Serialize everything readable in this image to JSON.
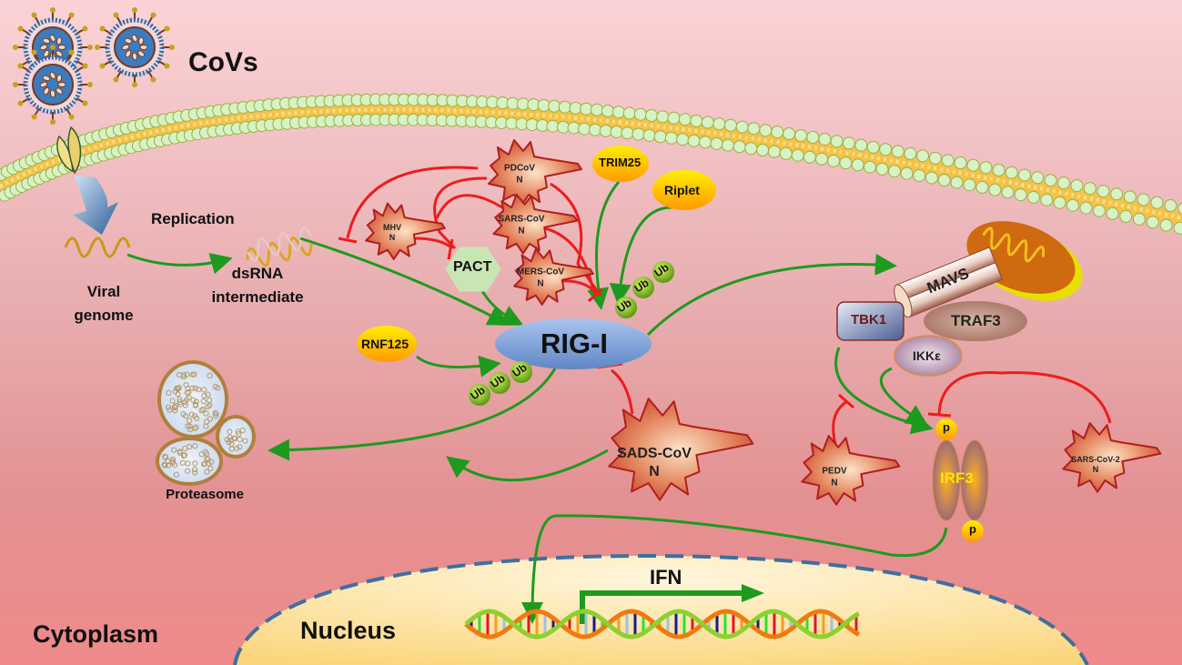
{
  "title_label": "CoVs",
  "compartments": {
    "cytoplasm": "Cytoplasm",
    "nucleus": "Nucleus"
  },
  "replication": {
    "viral_genome": [
      "Viral",
      "genome"
    ],
    "process": "Replication",
    "dsrna": [
      "dsRNA",
      "intermediate"
    ]
  },
  "sensor": {
    "rig_i": "RIG-I",
    "pact": "PACT",
    "ub": "Ub"
  },
  "e3_ligases": {
    "trim25": "TRIM25",
    "riplet": "Riplet",
    "rnf125": "RNF125"
  },
  "degradation": {
    "proteasome": "Proteasome"
  },
  "viral_proteins": [
    {
      "id": "pdcov",
      "name": "PDCoV",
      "sub": "N"
    },
    {
      "id": "mhv",
      "name": "MHV",
      "sub": "N"
    },
    {
      "id": "sars-cov",
      "name": "SARS-CoV",
      "sub": "N"
    },
    {
      "id": "mers-cov",
      "name": "MERS-CoV",
      "sub": "N"
    },
    {
      "id": "sads-cov",
      "name": "SADS-CoV",
      "sub": "N"
    },
    {
      "id": "pedv",
      "name": "PEDV",
      "sub": "N"
    },
    {
      "id": "sars-cov-2",
      "name": "SARS-CoV-2",
      "sub": "N"
    }
  ],
  "signaling": {
    "mavs": "MAVS",
    "tbk1": "TBK1",
    "traf3": "TRAF3",
    "ikke": "IKKε",
    "irf3": "IRF3",
    "phospho": "p"
  },
  "output": {
    "ifn": "IFN"
  },
  "colors": {
    "activation": "#1e9a1e",
    "inhibition": "#ee1c1c",
    "rig_i": "#7fa3d6",
    "e3": "#ffc000",
    "viral_protein": "#d24b2d",
    "irf3_text": "#ffe600"
  }
}
